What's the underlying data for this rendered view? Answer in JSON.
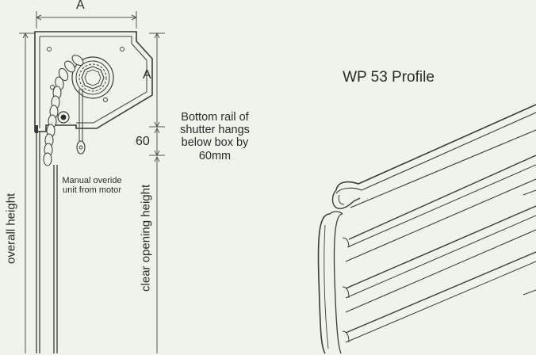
{
  "labels": {
    "dim_a_top": "A",
    "dim_a_side": "A",
    "dim_60": "60",
    "bottom_rail_note": "Bottom rail of shutter hangs below box by 60mm",
    "manual_override_note": "Manual overide unit from motor",
    "overall_height": "overall height",
    "clear_opening_height": "clear opening height",
    "profile_title": "WP 53 Profile"
  },
  "colors": {
    "background": "#eef4ea",
    "line": "#3a3a3a",
    "dimension_line": "#555555"
  }
}
